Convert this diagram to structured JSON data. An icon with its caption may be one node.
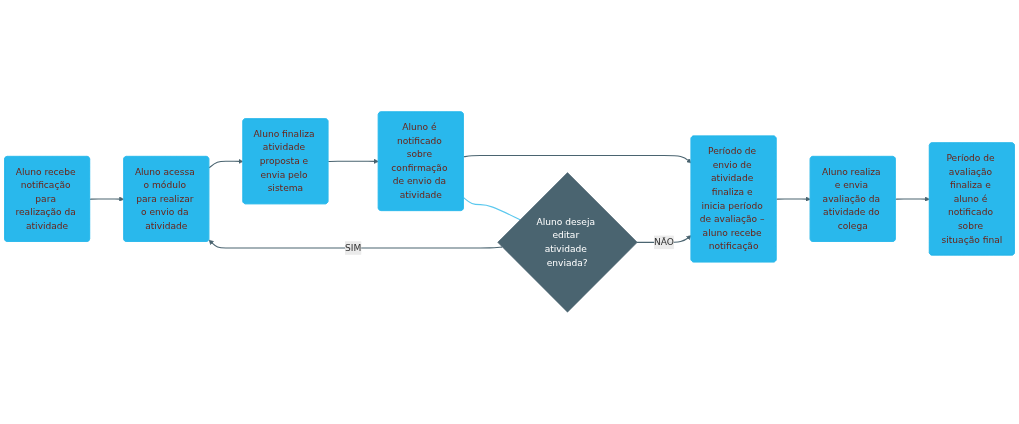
{
  "diagram": {
    "nodes": [
      {
        "text": [
          "Aluno recebe notificação para realização da atividade"
        ]
      },
      {
        "text": [
          "Aluno acessa o módulo para realizar o envio da atividade"
        ]
      },
      {
        "text": [
          "Aluno finaliza atividade proposta e envia pelo sistema"
        ]
      },
      {
        "text": [
          "Aluno é notificado sobre confirmação de envio da atividade"
        ]
      },
      {
        "text": [
          "Período de envio de atividade finaliza e inicia período de avaliação – aluno recebe notificação"
        ]
      },
      {
        "text": [
          "Aluno realiza e envia avaliação da atividade do colega"
        ]
      },
      {
        "text": [
          "Período de avaliação finaliza e aluno é notificado sobre situação final"
        ]
      },
      {
        "text": [
          "Aluno deseja editar atividade enviada?"
        ]
      }
    ],
    "edges": [
      {
        "from": 0,
        "to": 1,
        "arrow": "to"
      },
      {
        "from": 1,
        "to": 2,
        "arrow": "to"
      },
      {
        "from": 2,
        "to": 3,
        "arrow": "to"
      },
      {
        "from": 3,
        "to": 4,
        "arrow": "to"
      },
      {
        "from": 4,
        "to": 5,
        "arrow": "to"
      },
      {
        "from": 5,
        "to": 6,
        "arrow": "to"
      },
      {
        "from": 3,
        "to": 7,
        "arrow": "none",
        "color": "#5bc8ee"
      },
      {
        "from": 7,
        "to": 1,
        "arrow": "to",
        "label": "SIM"
      },
      {
        "from": 7,
        "to": 4,
        "arrow": "to",
        "label": "NÃO"
      }
    ]
  }
}
